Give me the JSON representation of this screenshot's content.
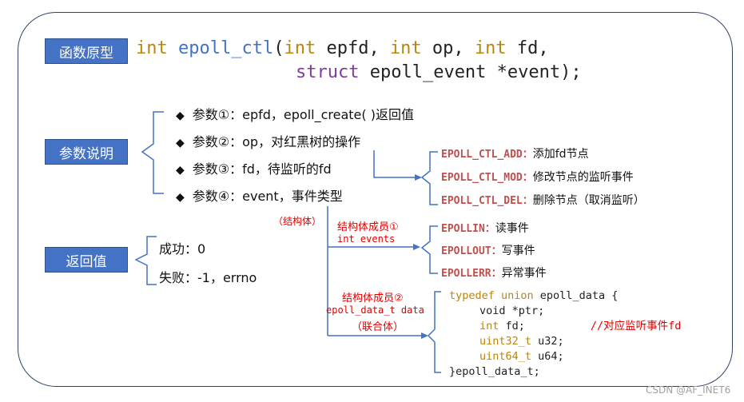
{
  "labels": {
    "prototype": "函数原型",
    "params": "参数说明",
    "retval": "返回值"
  },
  "prototype": {
    "kw_int1": "int",
    "fn_name": "epoll_ctl",
    "paren_open": "(",
    "kw_int2": "int",
    "p1": " epfd, ",
    "kw_int3": "int",
    "p2": " op, ",
    "kw_int4": "int",
    "p3": " fd,",
    "kw_struct": "struct",
    "p4": " epoll_event *event);"
  },
  "params": [
    {
      "label": "参数①：epfd，epoll_create( )返回值"
    },
    {
      "label": "参数②：op，对红黑树的操作"
    },
    {
      "label": "参数③：fd，待监听的fd"
    },
    {
      "label": "参数④：event，事件类型"
    }
  ],
  "ops": [
    {
      "name": "EPOLL_CTL_ADD：",
      "desc": "添加fd节点"
    },
    {
      "name": "EPOLL_CTL_MOD：",
      "desc": "修改节点的监听事件"
    },
    {
      "name": "EPOLL_CTL_DEL：",
      "desc": "删除节点（取消监听）"
    }
  ],
  "struct_tag": "（结构体）",
  "member1": {
    "title": "结构体成员①",
    "decl": "int events"
  },
  "events": [
    {
      "name": "EPOLLIN：",
      "desc": "读事件"
    },
    {
      "name": "EPOLLOUT：",
      "desc": "写事件"
    },
    {
      "name": "EPOLLERR：",
      "desc": "异常事件"
    }
  ],
  "member2": {
    "title": "结构体成员②",
    "decl": "epoll_data_t data",
    "note": "（联合体）"
  },
  "union_code": {
    "line1_kw": "typedef union",
    "line1_rest": " epoll_data {",
    "line2": "void *ptr;",
    "line3_kw": "int",
    "line3_rest": " fd;",
    "line3_comment": "//对应监听事件fd",
    "line4_kw": "uint32_t",
    "line4_rest": " u32;",
    "line5_kw": "uint64_t",
    "line5_rest": " u64;",
    "line6": "}epoll_data_t;"
  },
  "returns": {
    "success": "成功：0",
    "failure": "失败：-1，errno"
  },
  "watermark": "CSDN @AF_INET6"
}
